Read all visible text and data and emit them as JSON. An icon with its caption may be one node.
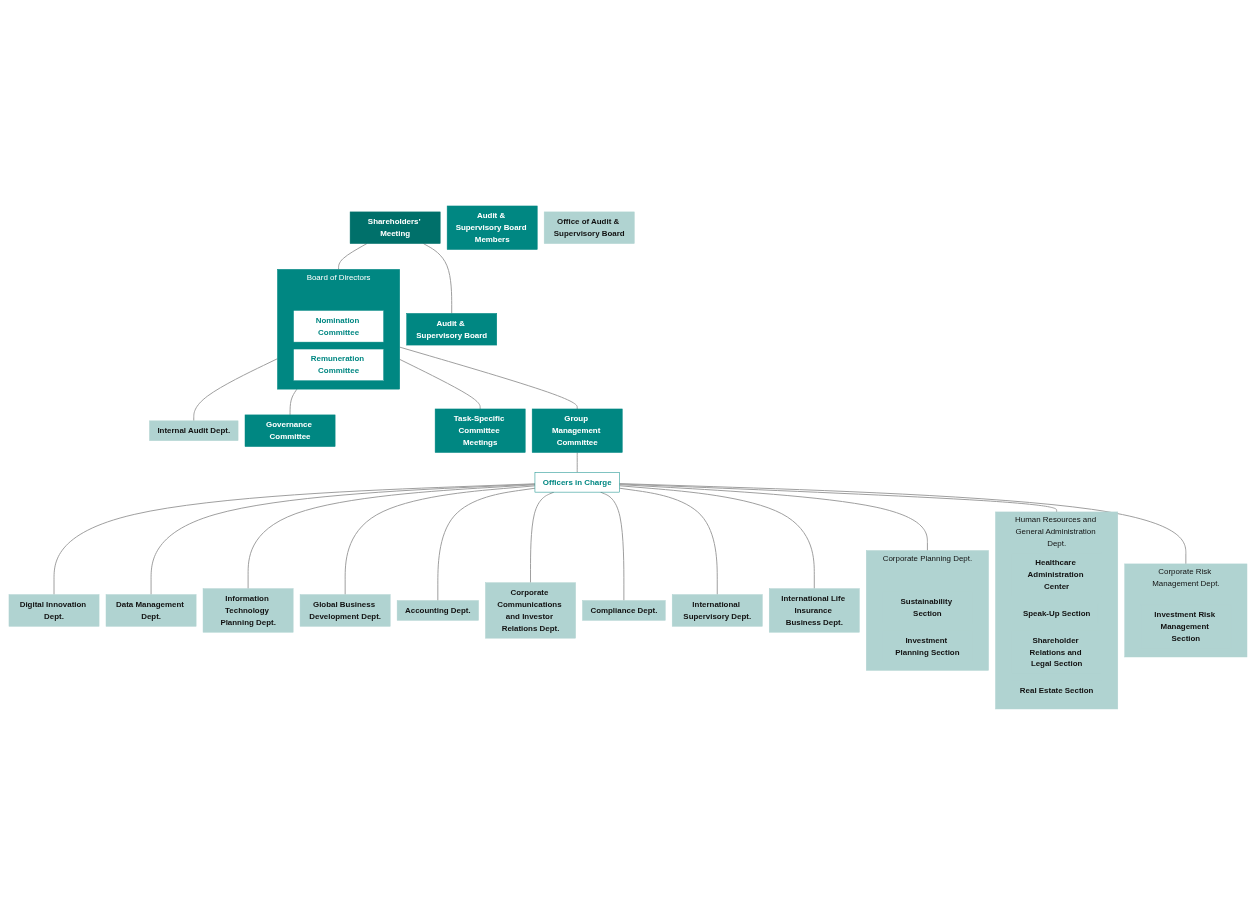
{
  "diagram": {
    "nodes": [
      {
        "text": [
          "Shareholders’ Meeting"
        ]
      },
      {
        "text": [
          "Audit & Supervisory Board Members"
        ]
      },
      {
        "text": [
          "Audit & Supervisory Board"
        ]
      },
      {
        "text": [
          "Office of Audit & Supervisory Board"
        ]
      },
      {
        "text": [
          "Board of Directors"
        ]
      },
      {
        "text": [
          "Nomination Committee"
        ],
        "in": 4
      },
      {
        "text": [
          "Remuneration Committee"
        ],
        "in": 4
      },
      {
        "text": [
          "Internal Audit Dept."
        ]
      },
      {
        "text": [
          "Governance Committee"
        ]
      },
      {
        "text": [
          "Task-Specific Committee Meetings"
        ]
      },
      {
        "text": [
          "Group Management Committee"
        ]
      },
      {
        "text": [
          "Officers in Charge"
        ]
      },
      {
        "text": [
          "Corporate Planning Dept."
        ]
      },
      {
        "text": [
          "Sustainability Section"
        ],
        "in": 12
      },
      {
        "text": [
          "Investment Planning Section"
        ],
        "in": 12
      },
      {
        "text": [
          "Digital Innovation Dept."
        ]
      },
      {
        "text": [
          "Data Management Dept."
        ]
      },
      {
        "text": [
          "Information Technology Planning Dept."
        ]
      },
      {
        "text": [
          "Global Business Development Dept."
        ]
      },
      {
        "text": [
          "Human Resources and General Administration Dept."
        ]
      },
      {
        "text": [
          "Healthcare Administration Center"
        ],
        "in": 19
      },
      {
        "text": [
          "Speak-Up Section"
        ],
        "in": 19
      },
      {
        "text": [
          "Shareholder Relations and Legal Section"
        ],
        "in": 19
      },
      {
        "text": [
          "Real Estate Section"
        ],
        "in": 19
      },
      {
        "text": [
          "Accounting Dept."
        ]
      },
      {
        "text": [
          "Corporate Communications and Investor Relations Dept."
        ]
      },
      {
        "text": [
          "Compliance Dept."
        ]
      },
      {
        "text": [
          "Corporate Risk Management Dept."
        ]
      },
      {
        "text": [
          "Investment Risk Management Section"
        ],
        "in": 27
      },
      {
        "text": [
          "International Supervisory Dept."
        ]
      },
      {
        "text": [
          "International Life Insurance Business Dept."
        ]
      }
    ],
    "edges": [
      {
        "from": 0,
        "to": 4,
        "arrow": "none"
      },
      {
        "from": 0,
        "to": 2,
        "arrow": "none"
      },
      {
        "from": 4,
        "to": 7,
        "arrow": "none"
      },
      {
        "from": 4,
        "to": 8,
        "arrow": "none"
      },
      {
        "from": 4,
        "to": 9,
        "arrow": "none"
      },
      {
        "from": 4,
        "to": 10,
        "arrow": "none"
      },
      {
        "from": 10,
        "to": 11,
        "arrow": "none"
      },
      {
        "from": 11,
        "to": 12,
        "arrow": "none"
      },
      {
        "from": 11,
        "to": 15,
        "arrow": "none"
      },
      {
        "from": 11,
        "to": 16,
        "arrow": "none"
      },
      {
        "from": 11,
        "to": 17,
        "arrow": "none"
      },
      {
        "from": 11,
        "to": 18,
        "arrow": "none"
      },
      {
        "from": 11,
        "to": 19,
        "arrow": "none"
      },
      {
        "from": 11,
        "to": 24,
        "arrow": "none"
      },
      {
        "from": 11,
        "to": 25,
        "arrow": "none"
      },
      {
        "from": 11,
        "to": 26,
        "arrow": "none"
      },
      {
        "from": 11,
        "to": 27,
        "arrow": "none"
      },
      {
        "from": 11,
        "to": 29,
        "arrow": "none"
      },
      {
        "from": 11,
        "to": 30,
        "arrow": "none"
      }
    ]
  }
}
